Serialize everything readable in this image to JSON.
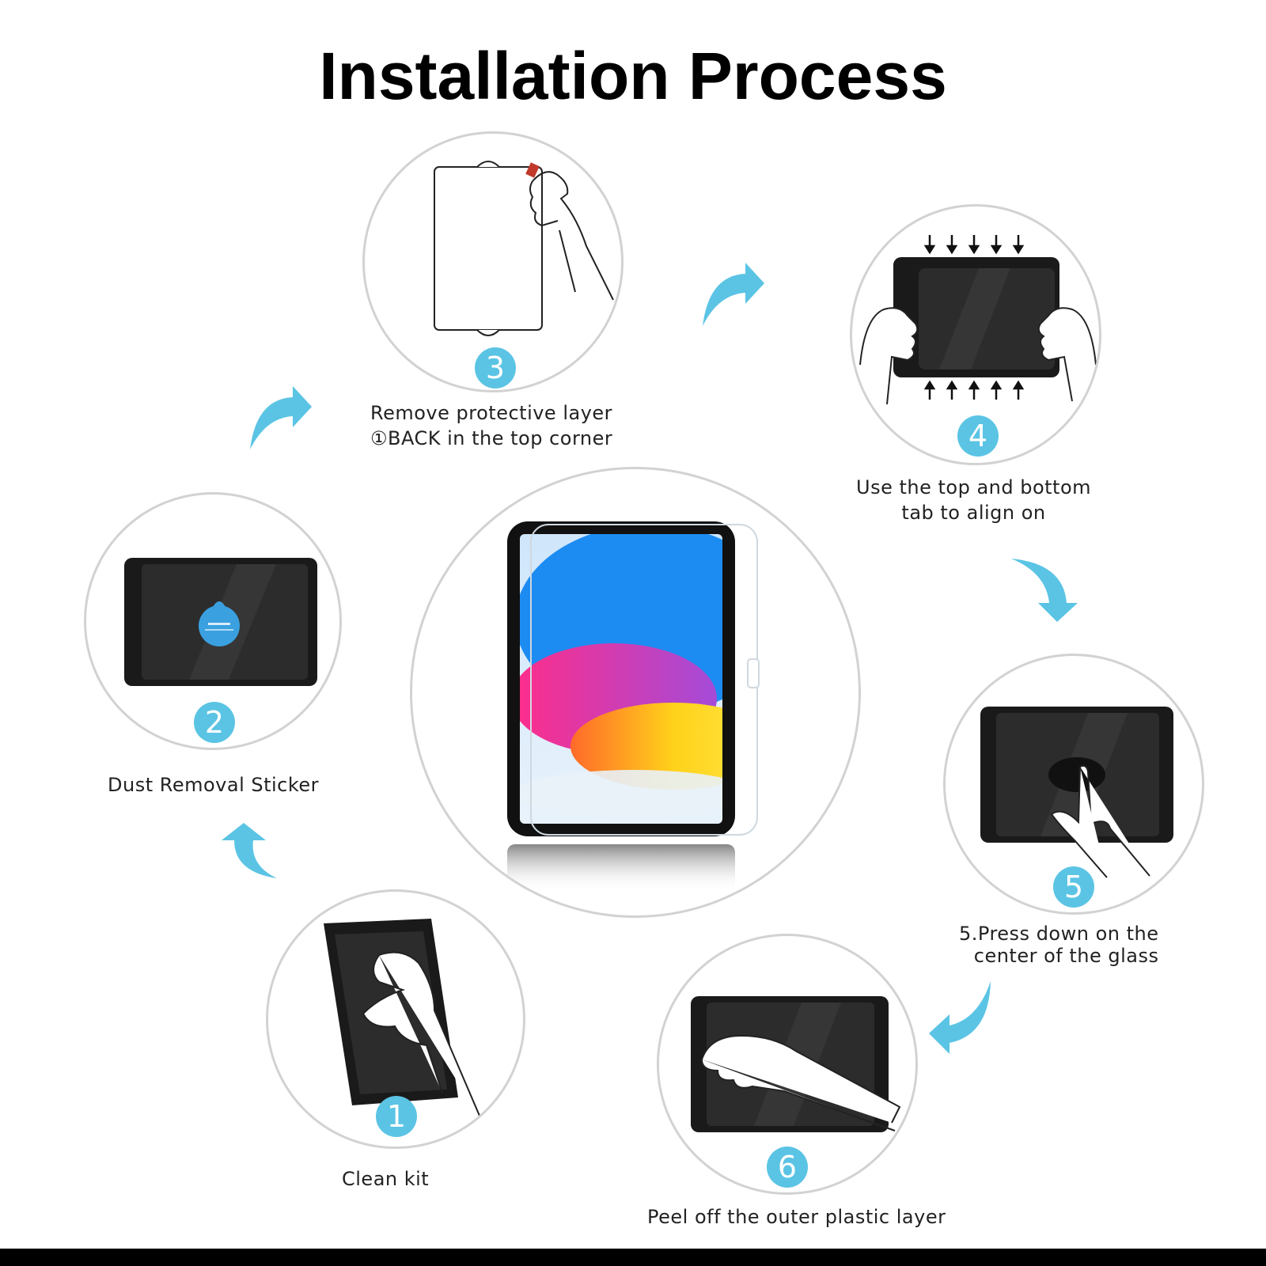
{
  "title": "Installation Process",
  "accent_color": "#5bc4e4",
  "steps": [
    {
      "number": "1",
      "caption_lines": [
        "Clean kit"
      ],
      "icon": "hand-wiping-tablet-icon"
    },
    {
      "number": "2",
      "caption_lines": [
        "Dust Removal Sticker"
      ],
      "icon": "dust-sticker-on-tablet-icon"
    },
    {
      "number": "3",
      "caption_lines": [
        "Remove protective layer",
        "①BACK in the top corner"
      ],
      "icon": "peeling-film-icon"
    },
    {
      "number": "4",
      "caption_lines": [
        "Use the top and bottom",
        "tab to align on"
      ],
      "icon": "aligning-hands-icon"
    },
    {
      "number": "5",
      "caption_lines": [
        "5.Press down on the",
        "center of the glass"
      ],
      "icon": "finger-press-icon"
    },
    {
      "number": "6",
      "caption_lines": [
        "Peel off the outer plastic layer"
      ],
      "icon": "hand-peeling-icon"
    }
  ]
}
